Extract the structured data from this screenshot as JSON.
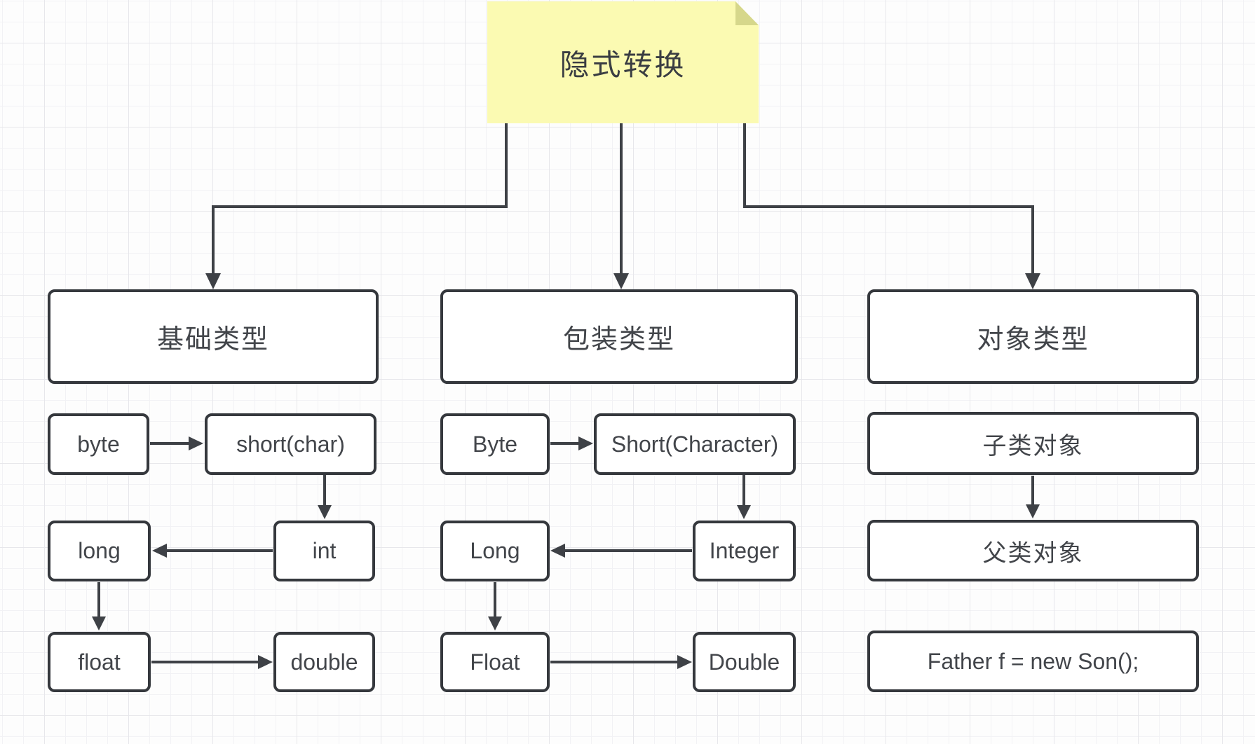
{
  "sticky_note": {
    "title": "隐式转换"
  },
  "columns": {
    "basic": {
      "header": "基础类型",
      "nodes": {
        "byte": "byte",
        "short": "short(char)",
        "long": "long",
        "int": "int",
        "float": "float",
        "double": "double"
      }
    },
    "wrapper": {
      "header": "包装类型",
      "nodes": {
        "byte": "Byte",
        "short": "Short(Character)",
        "long": "Long",
        "integer": "Integer",
        "float": "Float",
        "double": "Double"
      }
    },
    "object": {
      "header": "对象类型",
      "nodes": {
        "child": "子类对象",
        "parent": "父类对象",
        "code": "Father f = new Son();"
      }
    }
  },
  "colors": {
    "sticky_fill": "#fbfab2",
    "sticky_fold": "#d6d78b",
    "box_border": "#35383d",
    "line": "#3e4146",
    "text": "#42454a",
    "grid_minor": "#f2f2f5",
    "grid_major": "#e7e7eb",
    "background": "#fdfdfd"
  }
}
